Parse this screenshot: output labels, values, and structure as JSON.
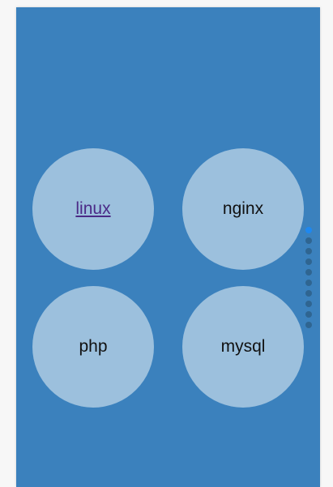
{
  "items": [
    {
      "label": "linux",
      "is_link": true
    },
    {
      "label": "nginx",
      "is_link": false
    },
    {
      "label": "php",
      "is_link": false
    },
    {
      "label": "mysql",
      "is_link": false
    }
  ],
  "pagination": {
    "total": 10,
    "active_index": 0
  },
  "colors": {
    "panel": "#3b81bd",
    "circle": "#9cc0dd",
    "link": "#4b2a87",
    "dot": "#2f6591",
    "dot_active": "#1e88f0"
  }
}
